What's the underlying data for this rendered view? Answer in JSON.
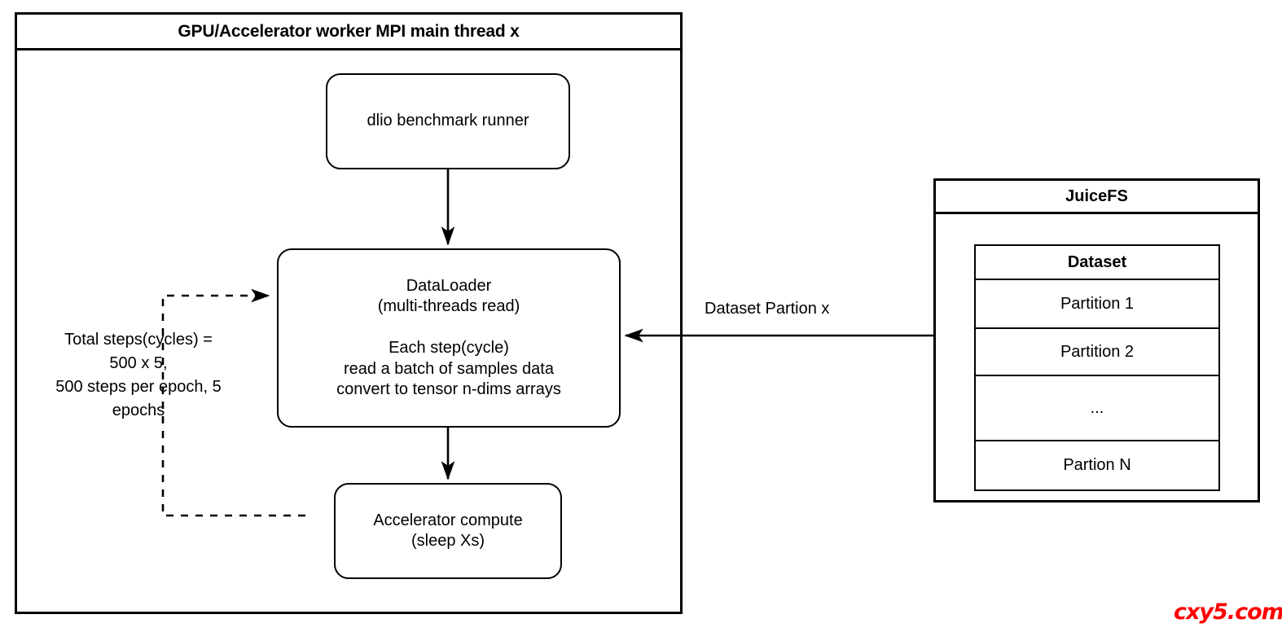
{
  "worker": {
    "title": "GPU/Accelerator worker MPI main thread x",
    "boxes": {
      "dlio_runner": "dlio benchmark runner",
      "dataloader_title": "DataLoader\n(multi-threads read)",
      "dataloader_body": "Each step(cycle)\nread a batch of samples data\nconvert to tensor n-dims arrays",
      "accelerator": "Accelerator compute\n(sleep Xs)"
    },
    "steps_note": "Total steps(cycles) =\n500 x 5,\n500 steps per epoch, 5\nepochs"
  },
  "connectors": {
    "dataset_partition_label": "Dataset Partion x"
  },
  "juicefs": {
    "title": "JuiceFS",
    "dataset_table": {
      "header": "Dataset",
      "rows": [
        "Partition 1",
        "Partition 2",
        "...",
        "Partion N"
      ]
    }
  },
  "watermark": {
    "text": "cxy5.com",
    "color": "#FF0000"
  },
  "colors": {
    "stroke": "#000000",
    "background": "#FFFFFF",
    "watermark": "#FF0000"
  }
}
